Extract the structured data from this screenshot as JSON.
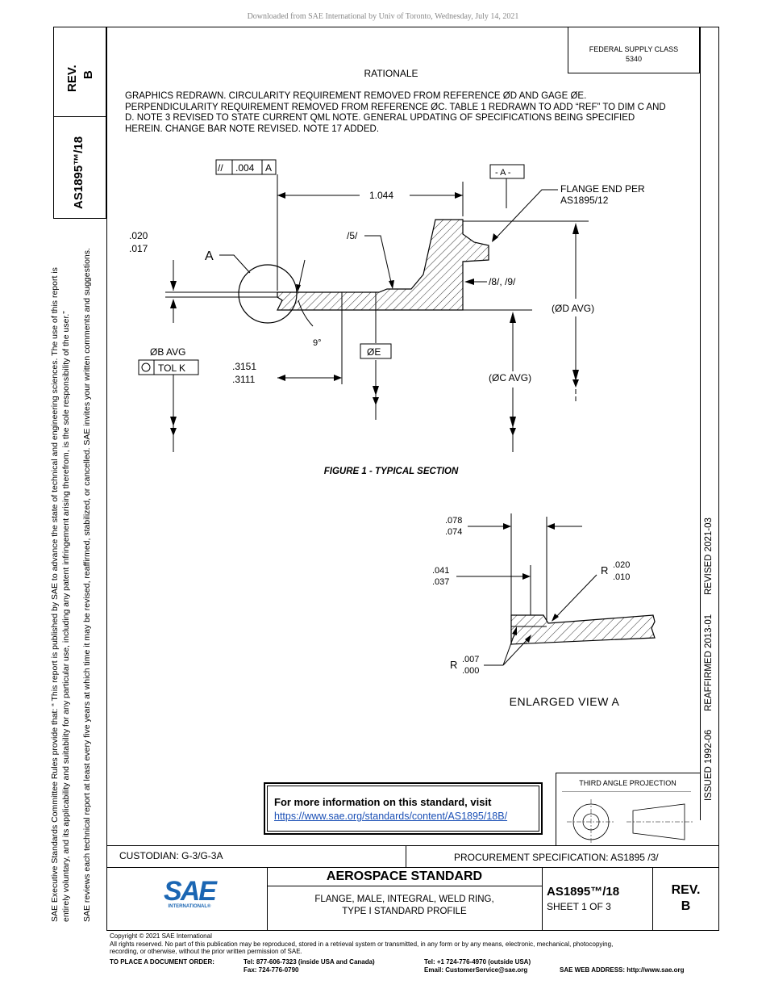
{
  "top_notice": "Downloaded from SAE International by Univ of Toronto, Wednesday, July 14, 2021",
  "side": {
    "rev_label": "REV.",
    "rev_value": "B",
    "doc_number": "AS1895™/18",
    "notice_line1": "SAE Executive Standards Committee Rules provide that: “ This report is published by SAE to advance the state of technical and engineering sciences. The use of this report is",
    "notice_line2": "entirely voluntary, and its applicability and suitability for any particular use, including any patent infringement arising therefrom, is the sole responsibility of the user.”",
    "notice_line3": "SAE reviews each technical report at least every five years at which time it may be revised, reaffirmed, stabilized, or cancelled. SAE invites your written comments and suggestions."
  },
  "supply_class": {
    "line1": "FEDERAL SUPPLY CLASS",
    "line2": "5340"
  },
  "rationale": {
    "title": "RATIONALE",
    "body": "GRAPHICS REDRAWN. CIRCULARITY REQUIREMENT REMOVED FROM REFERENCE ØD AND GAGE ØE. PERPENDICULARITY REQUIREMENT REMOVED FROM REFERENCE ØC. TABLE 1 REDRAWN TO ADD “REF” TO DIM C AND D. NOTE 3 REVISED TO STATE CURRENT QML NOTE. GENERAL UPDATING OF SPECIFICATIONS BEING SPECIFIED HEREIN. CHANGE BAR NOTE REVISED. NOTE 17 ADDED."
  },
  "history": {
    "issued": "ISSUED 1992-06",
    "reaffirmed": "REAFFIRMED 2013-01",
    "revised": "REVISED 2021-03"
  },
  "figure1": {
    "caption": "FIGURE 1 - TYPICAL SECTION",
    "parallel_symbol": "//",
    "parallel_tol": ".004",
    "parallel_datum": "A",
    "datum_label": "- A -",
    "dim_1044": "1.044",
    "flange_note_1": "FLANGE END PER",
    "flange_note_2": "AS1895/12",
    "dim_020": ".020",
    "dim_017": ".017",
    "detail_label": "A",
    "note_5": "/5/",
    "note_8_9": "/8/, /9/",
    "d_avg": "(ØD AVG)",
    "angle": "9°",
    "e_label": "ØE",
    "b_avg": "ØB AVG",
    "tol_k": "TOL K",
    "dim_3151": ".3151",
    "dim_3111": ".3111",
    "c_avg": "(ØC AVG)"
  },
  "enlarged": {
    "caption": "ENLARGED VIEW A",
    "dim_078": ".078",
    "dim_074": ".074",
    "dim_041": ".041",
    "dim_037": ".037",
    "r_label": "R",
    "r_020": ".020",
    "r_010": ".010",
    "r2_label": "R",
    "r_007": ".007",
    "r_000": ".000"
  },
  "info": {
    "title": "For more information on this standard, visit",
    "link": "https://www.sae.org/standards/content/AS1895/18B/"
  },
  "third_angle": "THIRD ANGLE PROJECTION",
  "custodian": "CUSTODIAN: G-3/G-3A",
  "procurement": "PROCUREMENT SPECIFICATION: AS1895 /3/",
  "title_block": {
    "logo_text": "SAE",
    "logo_sub": "INTERNATIONAL®",
    "main_title": "AEROSPACE STANDARD",
    "subtitle_1": "FLANGE, MALE, INTEGRAL, WELD RING,",
    "subtitle_2": "TYPE I STANDARD PROFILE",
    "doc_number": "AS1895™/18",
    "sheet": "SHEET 1 OF 3",
    "rev_label": "REV.",
    "rev_value": "B"
  },
  "footer": {
    "copyright": "Copyright © 2021 SAE International",
    "rights_1": "All rights reserved. No part of this publication may be reproduced, stored in a retrieval system or transmitted, in any form or by any means, electronic, mechanical, photocopying,",
    "rights_2": "recording, or otherwise, without the prior written permission of SAE.",
    "order_label": "TO PLACE A DOCUMENT ORDER:",
    "tel_usa": "Tel: 877-606-7323 (inside USA and Canada)",
    "fax": "Fax: 724-776-0790",
    "tel_outside": "Tel: +1 724-776-4970 (outside USA)",
    "email": "Email: CustomerService@sae.org",
    "web": "SAE WEB ADDRESS: http://www.sae.org"
  },
  "colors": {
    "link": "#1a4fb5",
    "logo_blue": "#1b66b3"
  }
}
